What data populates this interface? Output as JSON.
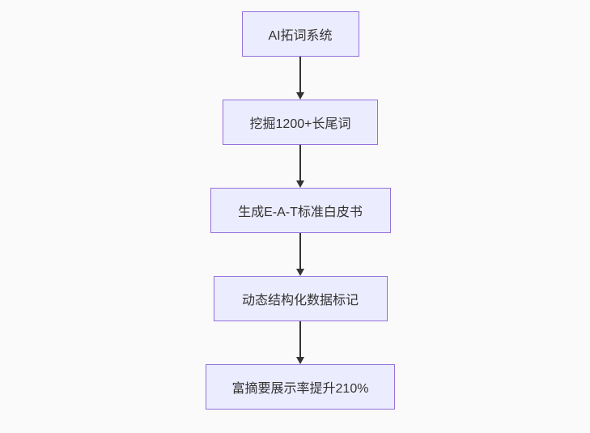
{
  "diagram": {
    "type": "flowchart",
    "direction": "top-down",
    "nodes": [
      {
        "id": "n0",
        "label": "AI拓词系统"
      },
      {
        "id": "n1",
        "label": "挖掘1200+长尾词"
      },
      {
        "id": "n2",
        "label": "生成E-A-T标准白皮书"
      },
      {
        "id": "n3",
        "label": "动态结构化数据标记"
      },
      {
        "id": "n4",
        "label": "富摘要展示率提升210%"
      }
    ],
    "edges": [
      {
        "from": "n0",
        "to": "n1",
        "arrow": "down"
      },
      {
        "from": "n1",
        "to": "n2",
        "arrow": "down"
      },
      {
        "from": "n2",
        "to": "n3",
        "arrow": "down"
      },
      {
        "from": "n3",
        "to": "n4",
        "arrow": "down"
      }
    ],
    "colors": {
      "node_fill": "#ECECFF",
      "node_border": "#9370DB",
      "text": "#333333",
      "arrow": "#333333",
      "background": "#FAFAFA"
    }
  }
}
